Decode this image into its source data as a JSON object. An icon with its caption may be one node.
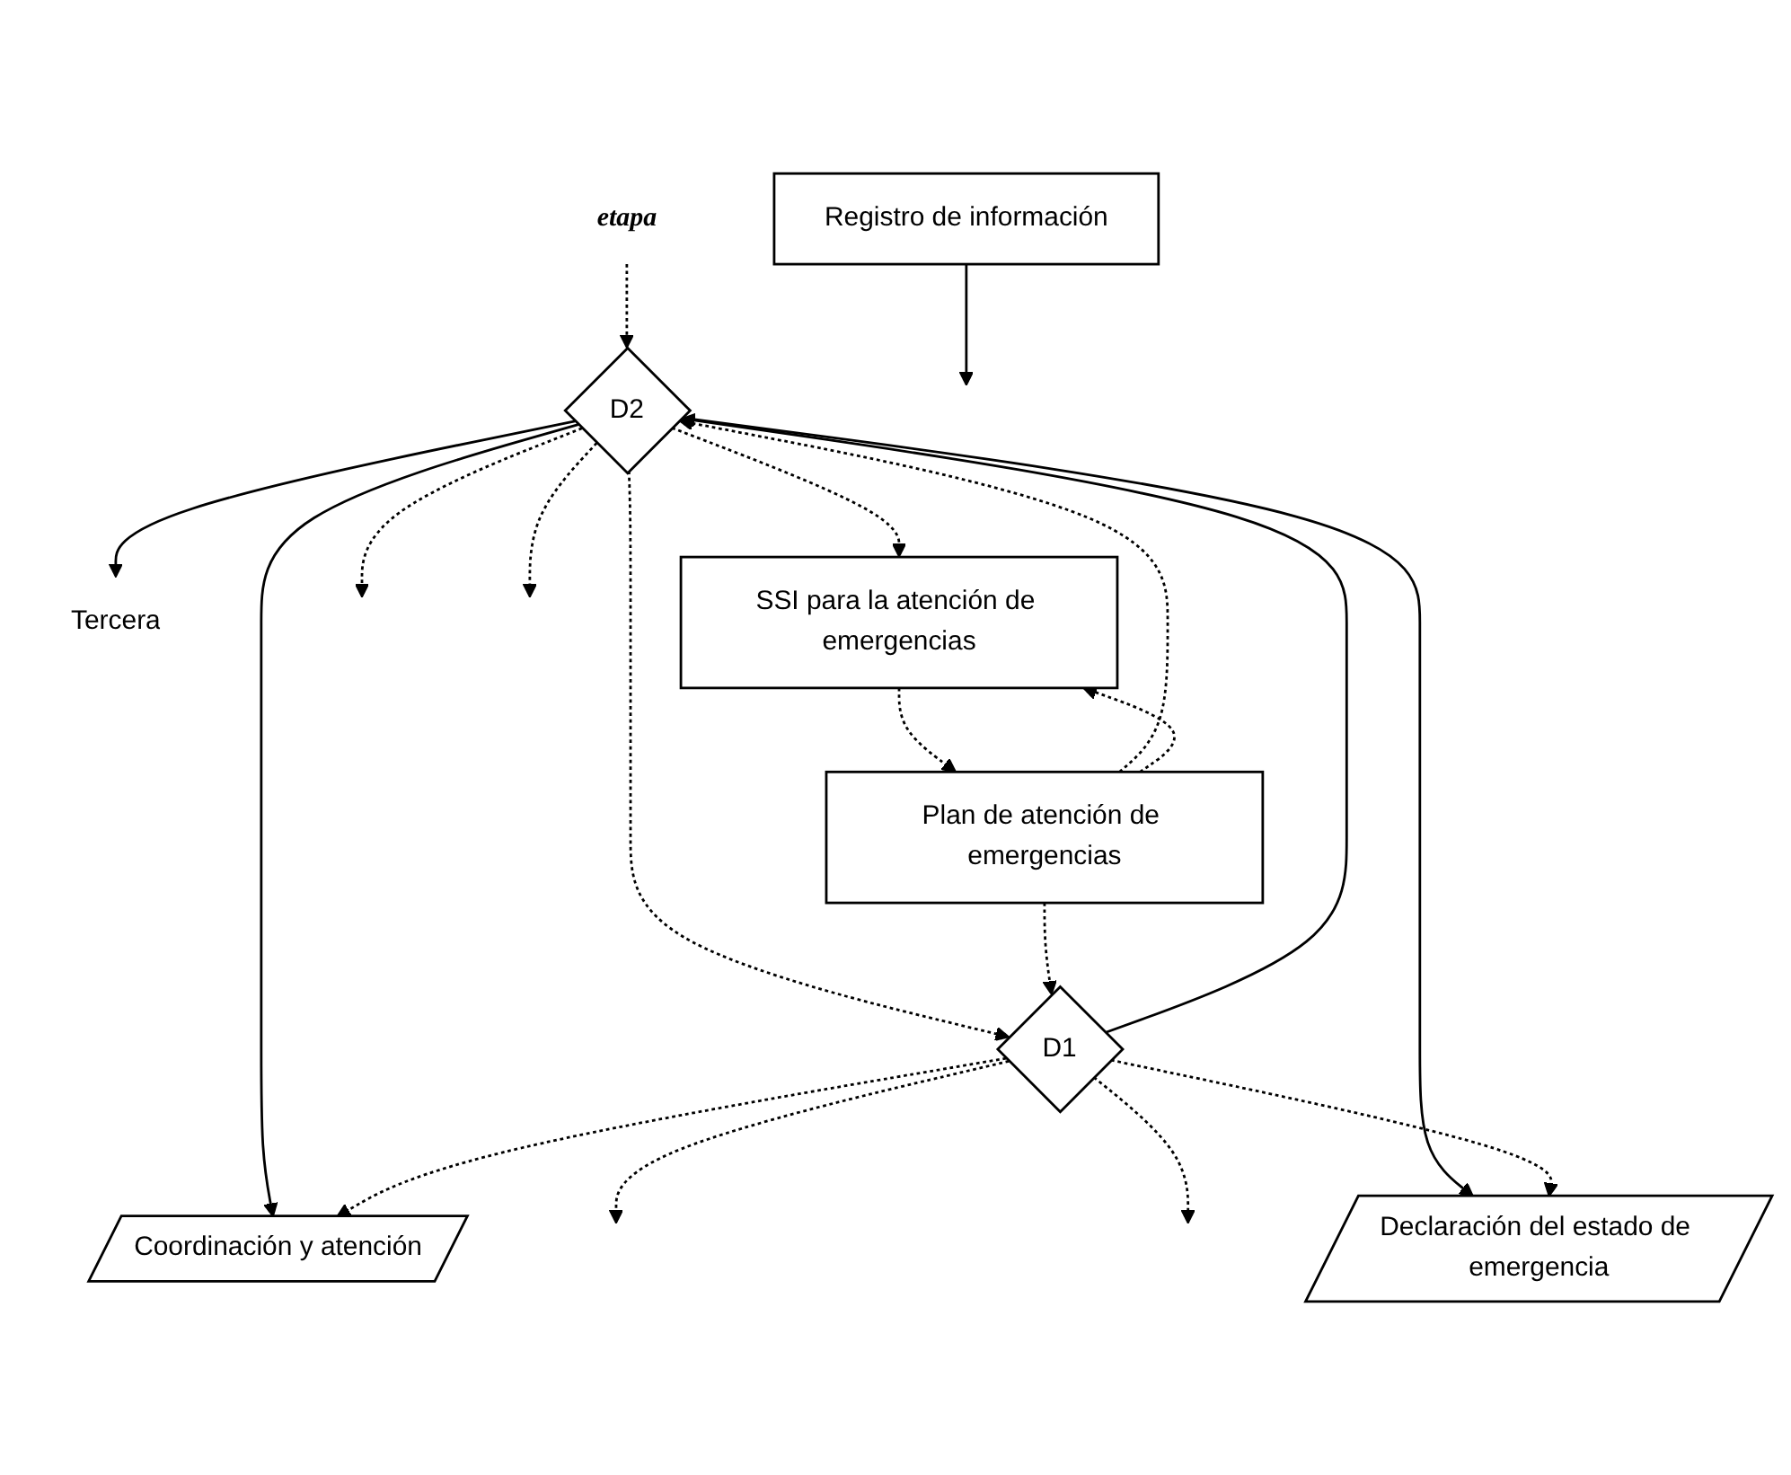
{
  "diagram": {
    "nodes": [
      {
        "text": [
          "Coordinación y atención"
        ]
      },
      {
        "text": [
          "Tercera"
        ]
      },
      {
        "text": [
          "D2"
        ]
      },
      {
        "text": [
          "D1"
        ]
      },
      {
        "text": [
          "etapa"
        ]
      },
      {
        "text": [
          "Declaración del estado de emergencia"
        ]
      },
      {
        "text": [
          "Plan de atención de emergencias"
        ]
      },
      {
        "text": [
          "Registro de información"
        ]
      },
      {
        "text": [
          "SSI para la atención de emergencias"
        ]
      }
    ],
    "edges": [
      {
        "from": 2,
        "to": 0,
        "arrow": "to"
      },
      {
        "from": 3,
        "to": 2,
        "arrow": "to"
      },
      {
        "from": 2,
        "to": 1,
        "arrow": "to"
      },
      {
        "from": 2,
        "to": null,
        "arrow": "to",
        "style": "dashed"
      },
      {
        "from": 4,
        "to": 2,
        "arrow": "to",
        "style": "dashed"
      },
      {
        "from": 2,
        "to": null,
        "arrow": "to",
        "style": "dashed"
      },
      {
        "from": 2,
        "to": 3,
        "arrow": "to",
        "style": "dashed"
      },
      {
        "from": 3,
        "to": 0,
        "arrow": "to",
        "style": "dashed"
      },
      {
        "from": 3,
        "to": null,
        "arrow": "to",
        "style": "dashed"
      },
      {
        "from": 3,
        "to": null,
        "arrow": "to",
        "style": "dashed"
      },
      {
        "from": 2,
        "to": 5,
        "arrow": "to"
      },
      {
        "from": 3,
        "to": 5,
        "arrow": "to",
        "style": "dashed"
      },
      {
        "from": 6,
        "to": 2,
        "arrow": "to",
        "style": "dashed"
      },
      {
        "from": 6,
        "to": 3,
        "arrow": "to",
        "style": "dashed"
      },
      {
        "from": 2,
        "to": 8,
        "arrow": "to",
        "style": "dashed"
      },
      {
        "from": 7,
        "to": null,
        "arrow": "to"
      },
      {
        "from": 8,
        "to": 6,
        "arrow": "to",
        "style": "dashed"
      },
      {
        "from": 6,
        "to": 8,
        "arrow": "to",
        "style": "dashed"
      }
    ]
  }
}
